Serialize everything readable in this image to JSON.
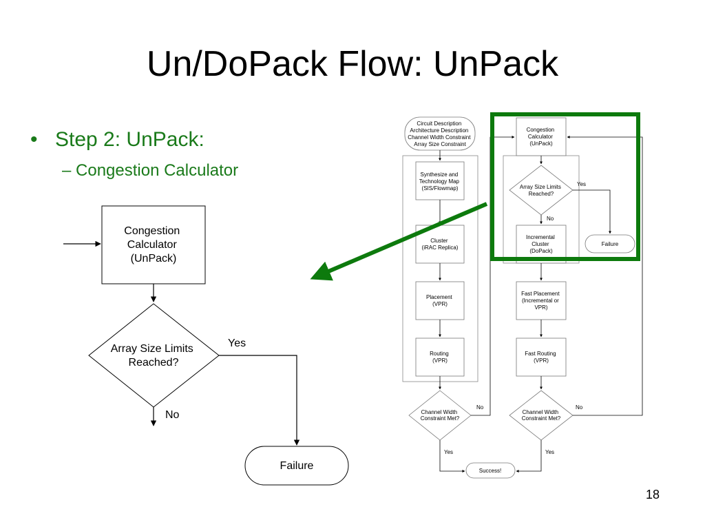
{
  "slide": {
    "title": "Un/DoPack Flow: UnPack",
    "bullet": "Step 2: UnPack:",
    "bullet_marker": "•",
    "sub_bullet": "– Congestion Calculator",
    "page_number": "18"
  },
  "zoomed": {
    "congestion": [
      "Congestion",
      "Calculator",
      "(UnPack)"
    ],
    "decision": [
      "Array Size Limits",
      "Reached?"
    ],
    "yes": "Yes",
    "no": "No",
    "failure": "Failure"
  },
  "flow": {
    "input": [
      "Circuit Description",
      "Architecture Description",
      "Channel Width Constraint",
      "Array Size Constraint"
    ],
    "synth": [
      "Synthesize and",
      "Technology Map",
      "(SIS/Flowmap)"
    ],
    "cluster": [
      "Cluster",
      "(iRAC Replica)"
    ],
    "placement": [
      "Placement",
      "(VPR)"
    ],
    "routing": [
      "Routing",
      "(VPR)"
    ],
    "cw_left": [
      "Channel Width",
      "Constraint Met?"
    ],
    "congestion": [
      "Congestion",
      "Calculator",
      "(UnPack)"
    ],
    "array_dec": [
      "Array Size Limits",
      "Reached?"
    ],
    "inc_cluster": [
      "Incremental",
      "Cluster",
      "(DoPack)"
    ],
    "failure": "Failure",
    "fast_place": [
      "Fast Placement",
      "(Incremental or",
      "VPR)"
    ],
    "fast_route": [
      "Fast Routing",
      "(VPR)"
    ],
    "cw_right": [
      "Channel Width",
      "Constraint Met?"
    ],
    "success": "Success!",
    "yes": "Yes",
    "no": "No"
  },
  "colors": {
    "accent_green": "#1a7a1a",
    "highlight_green": "#0d7a0d",
    "line": "#000000"
  }
}
